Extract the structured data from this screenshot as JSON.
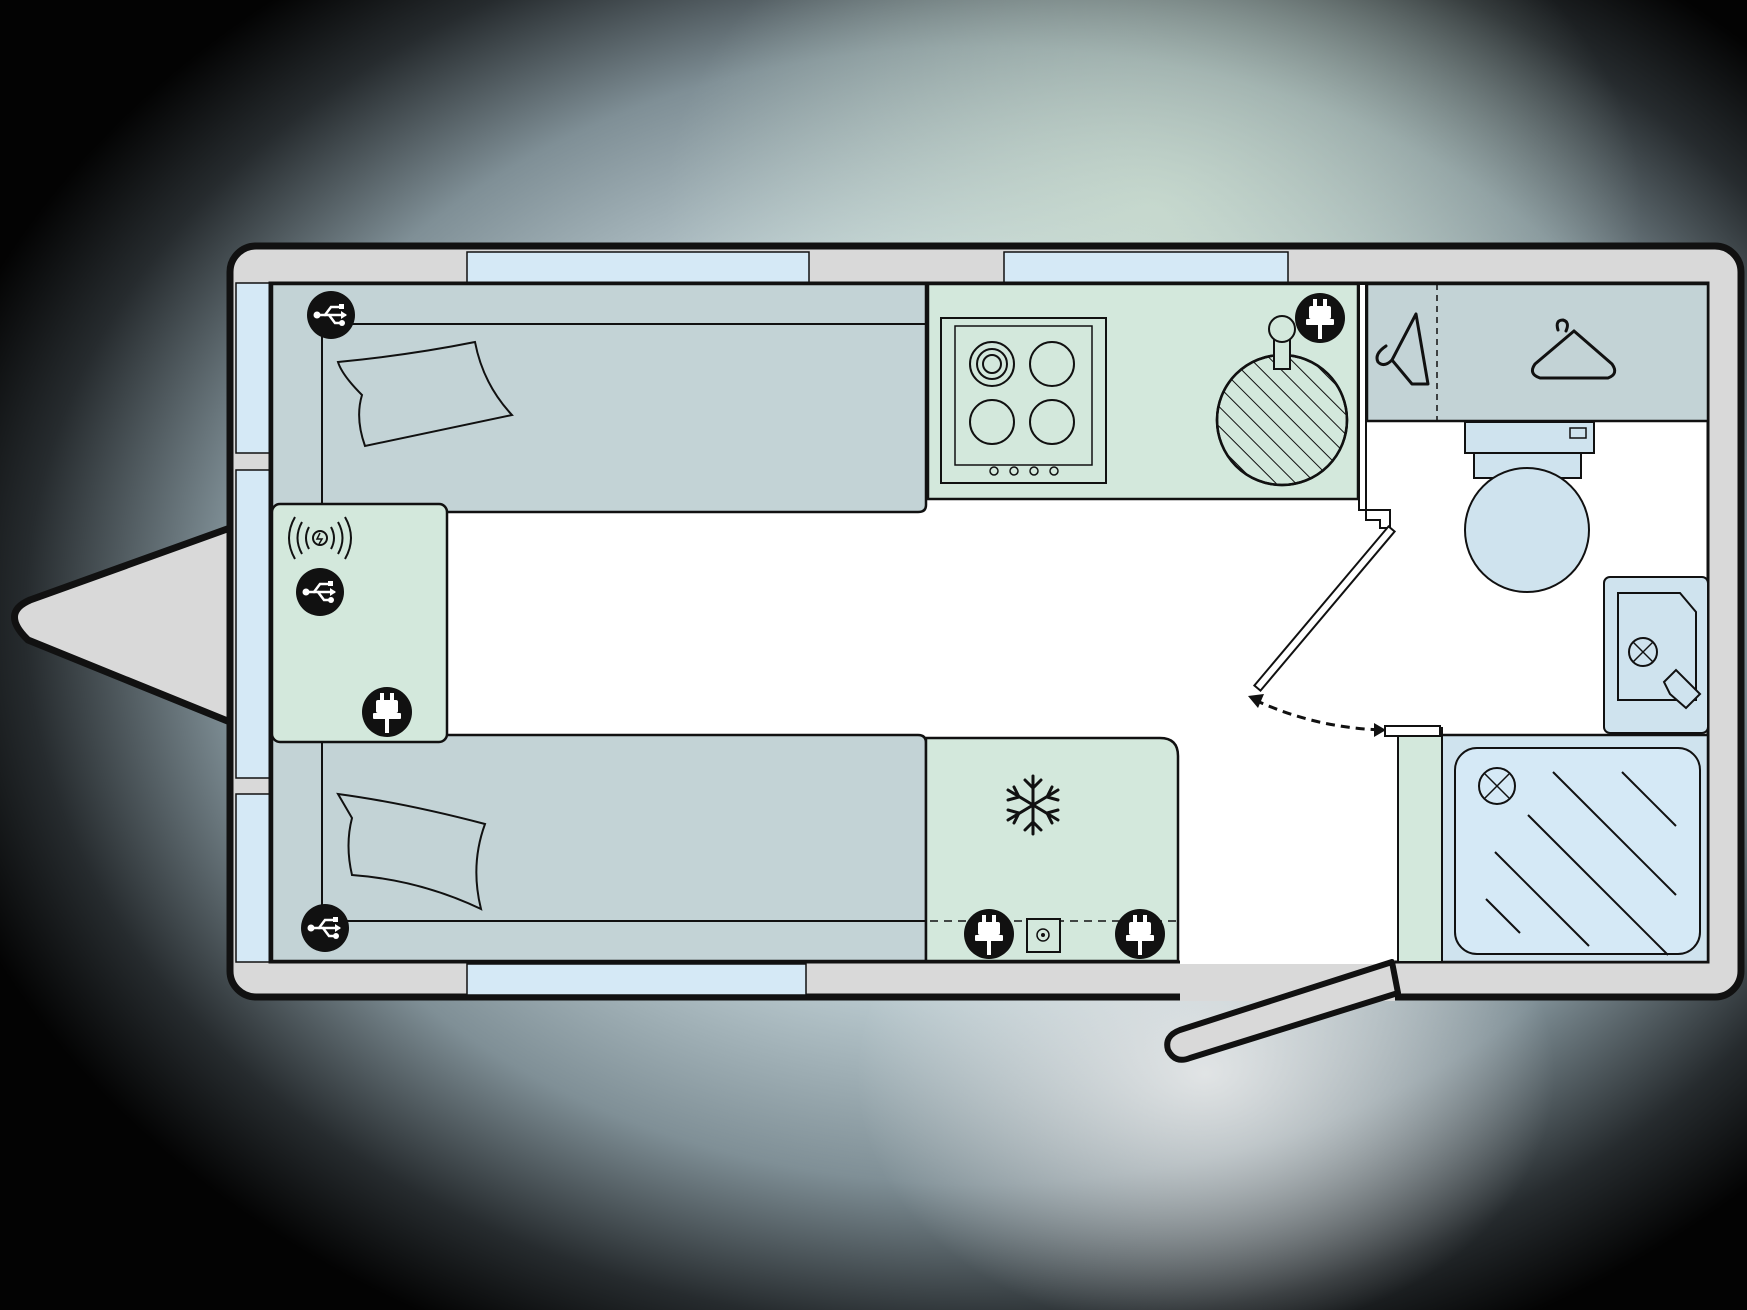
{
  "colors": {
    "page_dark": "#050505",
    "glow_center": "#d7dfe0",
    "glow_cool": "#bfd0d5",
    "glow_mint": "#cfe0d2",
    "shell": "#d9d9d9",
    "outline": "#111111",
    "window": "#d5e9f6",
    "berth": "#c3d3d6",
    "unit": "#d3e8dc",
    "floor": "#ffffff",
    "washroom_fixture": "#cfe3ee",
    "hatch": "#9fb0b3"
  },
  "floorplan": {
    "zones": [
      {
        "id": "front-left-berth",
        "kind": "single-berth"
      },
      {
        "id": "front-right-berth",
        "kind": "single-berth"
      },
      {
        "id": "front-chest",
        "kind": "cabinet"
      },
      {
        "id": "kitchen-counter",
        "kind": "kitchen"
      },
      {
        "id": "fridge-unit",
        "kind": "fridge"
      },
      {
        "id": "wardrobe",
        "kind": "wardrobe"
      },
      {
        "id": "washroom",
        "kind": "washroom"
      },
      {
        "id": "entrance-door",
        "kind": "door"
      }
    ],
    "fixtures": [
      "usb-socket-icon",
      "usb-socket-icon",
      "usb-socket-icon",
      "wireless-charging-icon",
      "mains-socket-icon",
      "mains-socket-icon",
      "mains-socket-icon",
      "mains-socket-icon",
      "tv-aerial-point-icon",
      "hob-icon",
      "sink-icon",
      "fridge-snowflake-icon",
      "coat-hanger-icon",
      "coat-hanger-icon",
      "toilet-icon",
      "basin-icon",
      "shower-tray-icon",
      "pillow-icon",
      "pillow-icon"
    ]
  }
}
